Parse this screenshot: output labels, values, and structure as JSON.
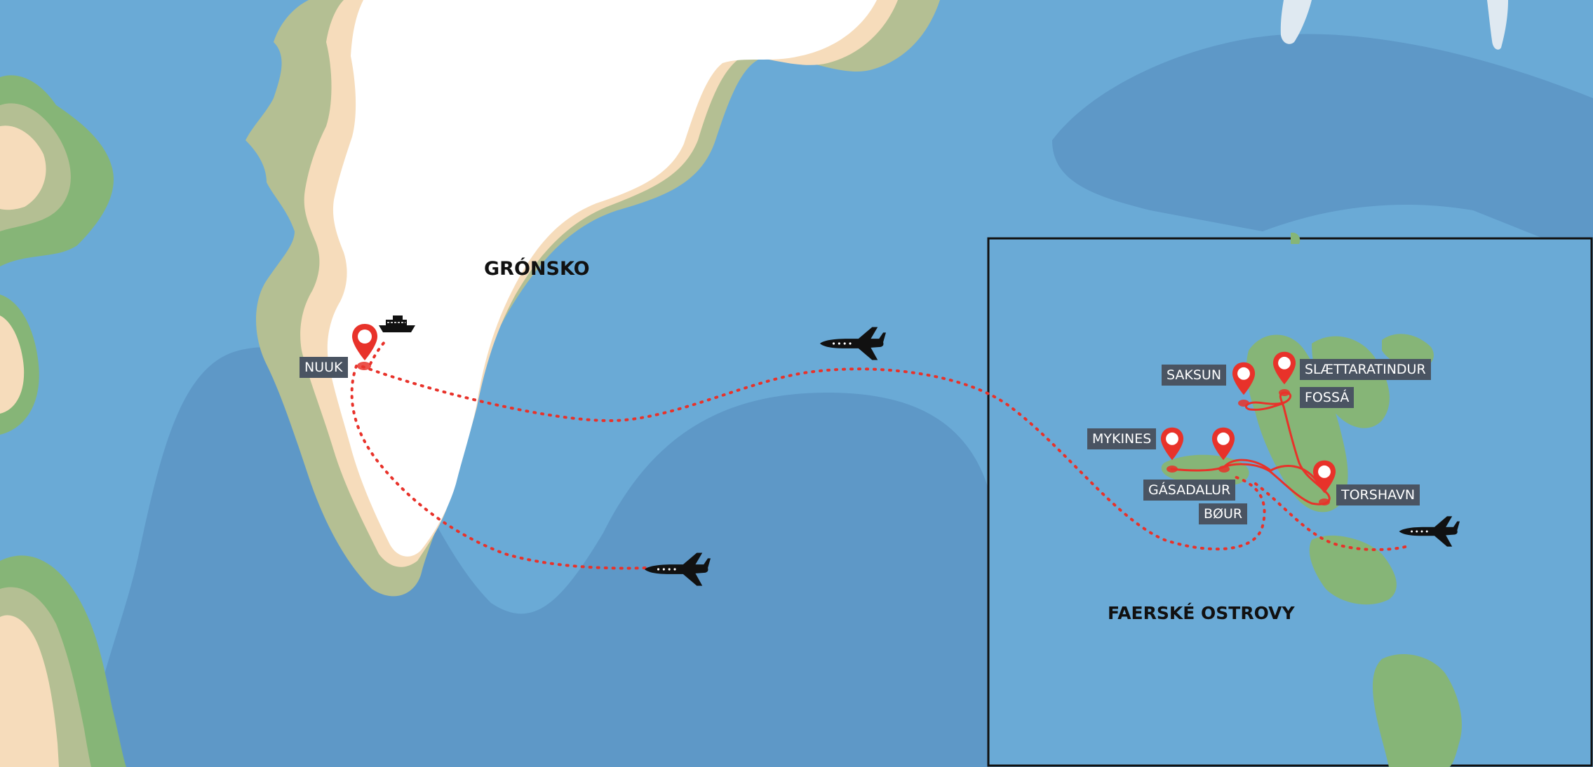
{
  "regions": {
    "greenland": "GRÓNSKO",
    "faroe": "FAERSKÉ OSTROVY"
  },
  "places": {
    "nuuk": "NUUK",
    "saksun": "SAKSUN",
    "slaettaratindur": "SLÆTTARATINDUR",
    "fossa": "FOSSÁ",
    "mykines": "MYKINES",
    "gasadalur": "GÁSADALUR",
    "bour": "BØUR",
    "torshavn": "TORSHAVN"
  },
  "icons": {
    "pin": "map-pin-icon",
    "plane": "airplane-icon",
    "ship": "ship-icon"
  },
  "colors": {
    "sea": "#6aaad6",
    "deep_sea": "#5e98c7",
    "ice": "#ffffff",
    "coast_green": "#b4bf93",
    "coast_sand": "#f6dcbb",
    "land_green": "#86b577",
    "route": "#e8322a",
    "label_bg": "#4a5462"
  }
}
